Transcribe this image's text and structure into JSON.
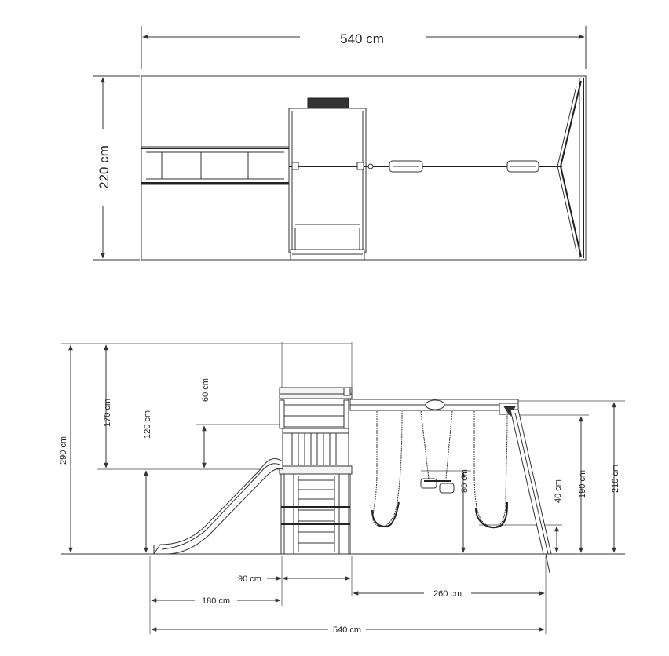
{
  "top_view": {
    "width_label": "540 cm",
    "depth_label": "220 cm"
  },
  "side_view": {
    "total_height_label": "290 cm",
    "roof_label": "170 cm",
    "platform_label": "120 cm",
    "wall_label": "60 cm",
    "trapeze_label": "80 cm",
    "seat_label": "40 cm",
    "swing_height_label": "190 cm",
    "beam_height_label": "210 cm",
    "tower_width_label": "90 cm",
    "slide_label": "180 cm",
    "swing_span_label": "260 cm",
    "total_width_label": "540 cm"
  }
}
